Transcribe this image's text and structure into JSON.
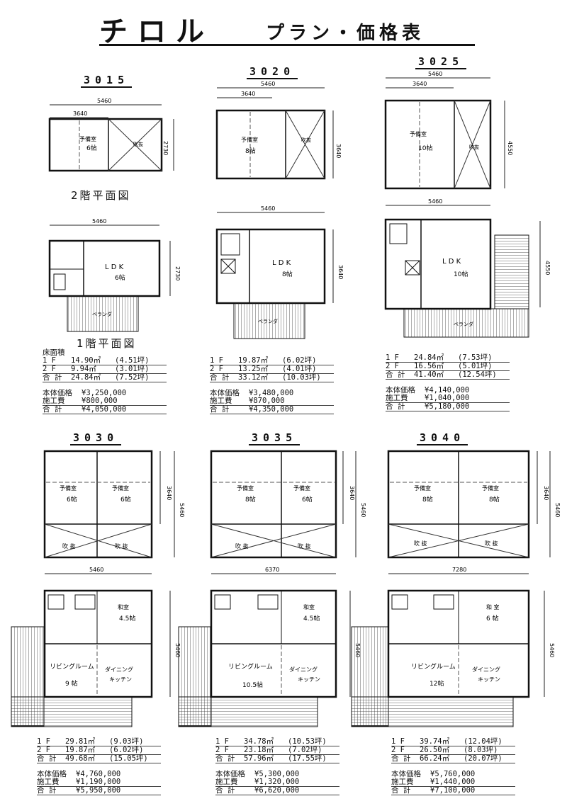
{
  "header": {
    "title": "チロル",
    "subtitle": "プラン・価格表"
  },
  "captions": {
    "floor2": "2階平面図",
    "floor1": "1階平面図"
  },
  "plans": [
    {
      "model": "3015",
      "floor2": {
        "width": "5460",
        "sub": "3640",
        "depth": "2730",
        "rooms": [
          {
            "name": "予備室",
            "size": "6帖"
          }
        ],
        "void": "吹抜"
      },
      "floor1": {
        "width": "5460",
        "depth": "2730",
        "rooms": [
          {
            "name": "L D K",
            "size": "6帖"
          }
        ],
        "veranda": "ベランダ"
      },
      "stats": {
        "area_label": "床面積",
        "rows": [
          {
            "label": "1 F",
            "area": "14.90㎡",
            "tsubo": "(4.51坪)"
          },
          {
            "label": "2 F",
            "area": "9.94㎡",
            "tsubo": "(3.01坪)"
          },
          {
            "label": "合 計",
            "area": "24.84㎡",
            "tsubo": "(7.52坪)"
          }
        ],
        "prices": [
          {
            "label": "本体価格",
            "value": "¥3,250,000"
          },
          {
            "label": "施工費",
            "value": "¥800,000"
          },
          {
            "label": "合 計",
            "value": "¥4,050,000"
          }
        ]
      }
    },
    {
      "model": "3020",
      "floor2": {
        "width": "5460",
        "sub": "3640",
        "depth": "3640",
        "rooms": [
          {
            "name": "予備室",
            "size": "8帖"
          }
        ],
        "void": "吹抜"
      },
      "floor1": {
        "width": "5460",
        "depth": "3640",
        "rooms": [
          {
            "name": "L D K",
            "size": "8帖"
          }
        ],
        "veranda": "ベランダ"
      },
      "stats": {
        "area_label": "",
        "rows": [
          {
            "label": "1 F",
            "area": "19.87㎡",
            "tsubo": "(6.02坪)"
          },
          {
            "label": "2 F",
            "area": "13.25㎡",
            "tsubo": "(4.01坪)"
          },
          {
            "label": "合 計",
            "area": "33.12㎡",
            "tsubo": "(10.03坪)"
          }
        ],
        "prices": [
          {
            "label": "本体価格",
            "value": "¥3,480,000"
          },
          {
            "label": "施工費",
            "value": "¥870,000"
          },
          {
            "label": "合 計",
            "value": "¥4,350,000"
          }
        ]
      }
    },
    {
      "model": "3025",
      "floor2": {
        "width": "5460",
        "sub": "3640",
        "depth": "4550",
        "rooms": [
          {
            "name": "予備室",
            "size": "10帖"
          }
        ],
        "void": "吹抜"
      },
      "floor1": {
        "width": "5460",
        "depth": "4550",
        "rooms": [
          {
            "name": "L D K",
            "size": "10帖"
          }
        ],
        "veranda": "ベランダ"
      },
      "stats": {
        "area_label": "",
        "rows": [
          {
            "label": "1 F",
            "area": "24.84㎡",
            "tsubo": "(7.53坪)"
          },
          {
            "label": "2 F",
            "area": "16.56㎡",
            "tsubo": "(5.01坪)"
          },
          {
            "label": "合 計",
            "area": "41.40㎡",
            "tsubo": "(12.54坪)"
          }
        ],
        "prices": [
          {
            "label": "本体価格",
            "value": "¥4,140,000"
          },
          {
            "label": "施工費",
            "value": "¥1,040,000"
          },
          {
            "label": "合 計",
            "value": "¥5,180,000"
          }
        ]
      }
    },
    {
      "model": "3030",
      "floor2": {
        "width": "5460",
        "depth": "5460",
        "sub": "3640",
        "rooms": [
          {
            "name": "予備室",
            "size": "6帖"
          },
          {
            "name": "予備室",
            "size": "6帖"
          }
        ],
        "void": "吹 抜"
      },
      "floor1": {
        "width": "5460",
        "depth": "5460",
        "rooms": [
          {
            "name": "和室",
            "size": "4.5帖"
          },
          {
            "name": "リビングルーム",
            "size": "9 帖"
          },
          {
            "name": "ダイニング",
            "size": "キッチン"
          }
        ]
      },
      "stats": {
        "area_label": "",
        "rows": [
          {
            "label": "1 F",
            "area": "29.81㎡",
            "tsubo": "(9.03坪)"
          },
          {
            "label": "2 F",
            "area": "19.87㎡",
            "tsubo": "(6.02坪)"
          },
          {
            "label": "合 計",
            "area": "49.68㎡",
            "tsubo": "(15.05坪)"
          }
        ],
        "prices": [
          {
            "label": "本体価格",
            "value": "¥4,760,000"
          },
          {
            "label": "施工費",
            "value": "¥1,190,000"
          },
          {
            "label": "合 計",
            "value": "¥5,950,000"
          }
        ]
      }
    },
    {
      "model": "3035",
      "floor2": {
        "width": "6370",
        "depth": "5460",
        "sub": "3640",
        "rooms": [
          {
            "name": "予備室",
            "size": "8帖"
          },
          {
            "name": "予備室",
            "size": "6帖"
          }
        ],
        "void": "吹 抜"
      },
      "floor1": {
        "width": "6370",
        "depth": "5460",
        "rooms": [
          {
            "name": "和室",
            "size": "4.5帖"
          },
          {
            "name": "リビングルーム",
            "size": "10.5帖"
          },
          {
            "name": "ダイニング",
            "size": "キッチン"
          }
        ]
      },
      "stats": {
        "area_label": "",
        "rows": [
          {
            "label": "1 F",
            "area": "34.78㎡",
            "tsubo": "(10.53坪)"
          },
          {
            "label": "2 F",
            "area": "23.18㎡",
            "tsubo": "(7.02坪)"
          },
          {
            "label": "合 計",
            "area": "57.96㎡",
            "tsubo": "(17.55坪)"
          }
        ],
        "prices": [
          {
            "label": "本体価格",
            "value": "¥5,300,000"
          },
          {
            "label": "施工費",
            "value": "¥1,320,000"
          },
          {
            "label": "合 計",
            "value": "¥6,620,000"
          }
        ]
      }
    },
    {
      "model": "3040",
      "floor2": {
        "width": "7280",
        "depth": "5460",
        "sub": "3640",
        "rooms": [
          {
            "name": "予備室",
            "size": "8帖"
          },
          {
            "name": "予備室",
            "size": "8帖"
          }
        ],
        "void": "吹 抜"
      },
      "floor1": {
        "width": "7280",
        "depth": "5460",
        "rooms": [
          {
            "name": "和 室",
            "size": "6 帖"
          },
          {
            "name": "リビングルーム",
            "size": "12帖"
          },
          {
            "name": "ダイニング",
            "size": "キッチン"
          }
        ]
      },
      "stats": {
        "area_label": "",
        "rows": [
          {
            "label": "1 F",
            "area": "39.74㎡",
            "tsubo": "(12.04坪)"
          },
          {
            "label": "2 F",
            "area": "26.50㎡",
            "tsubo": "(8.03坪)"
          },
          {
            "label": "合 計",
            "area": "66.24㎡",
            "tsubo": "(20.07坪)"
          }
        ],
        "prices": [
          {
            "label": "本体価格",
            "value": "¥5,760,000"
          },
          {
            "label": "施工費",
            "value": "¥1,440,000"
          },
          {
            "label": "合 計",
            "value": "¥7,100,000"
          }
        ]
      }
    }
  ]
}
